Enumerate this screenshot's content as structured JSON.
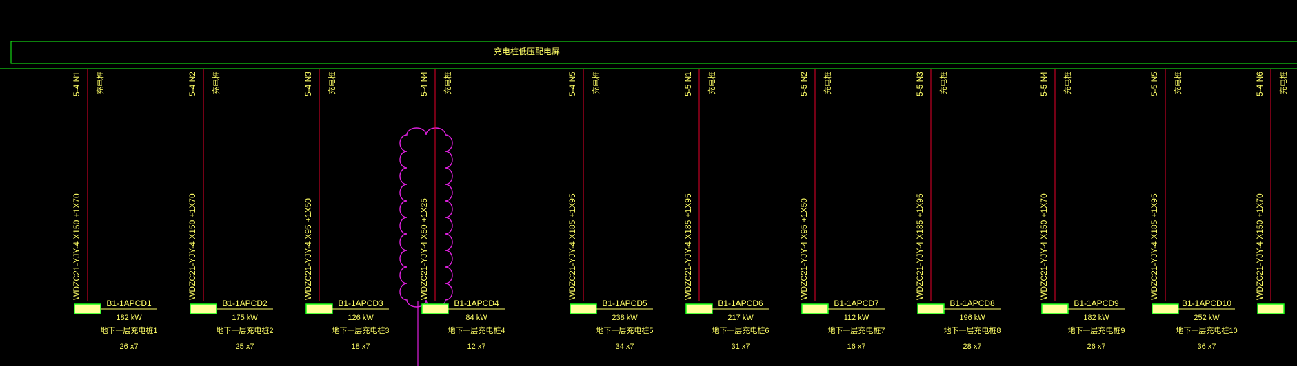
{
  "panel": {
    "title": "充电桩低压配电屏",
    "color_frame": "#19ff19",
    "color_text": "#ffff66",
    "color_feeder": "#e8002a",
    "color_cloud": "#e020e0"
  },
  "feeders": [
    {
      "code": "5-4 N1",
      "usage": "充电桩",
      "cable": "WDZC21-YJY-4 X150 +1X70",
      "box": "B1-1APCD1",
      "power": "182 kW",
      "location": "地下一层充电桩1",
      "qty": "26 x7"
    },
    {
      "code": "5-4 N2",
      "usage": "充电桩",
      "cable": "WDZC21-YJY-4 X150 +1X70",
      "box": "B1-1APCD2",
      "power": "175 kW",
      "location": "地下一层充电桩2",
      "qty": "25 x7"
    },
    {
      "code": "5-4 N3",
      "usage": "充电桩",
      "cable": "WDZC21-YJY-4 X95 +1X50",
      "box": "B1-1APCD3",
      "power": "126 kW",
      "location": "地下一层充电桩3",
      "qty": "18 x7"
    },
    {
      "code": "5-4 N4",
      "usage": "充电桩",
      "cable": "WDZC21-YJY-4 X50 +1X25",
      "box": "B1-1APCD4",
      "power": "84 kW",
      "location": "地下一层充电桩4",
      "qty": "12 x7"
    },
    {
      "code": "5-4 N5",
      "usage": "充电桩",
      "cable": "WDZC21-YJY-4 X185 +1X95",
      "box": "B1-1APCD5",
      "power": "238 kW",
      "location": "地下一层充电桩5",
      "qty": "34 x7"
    },
    {
      "code": "5-5 N1",
      "usage": "充电桩",
      "cable": "WDZC21-YJY-4 X185 +1X95",
      "box": "B1-1APCD6",
      "power": "217 kW",
      "location": "地下一层充电桩6",
      "qty": "31 x7"
    },
    {
      "code": "5-5 N2",
      "usage": "充电桩",
      "cable": "WDZC21-YJY-4 X95 +1X50",
      "box": "B1-1APCD7",
      "power": "112 kW",
      "location": "地下一层充电桩7",
      "qty": "16 x7"
    },
    {
      "code": "5-5 N3",
      "usage": "充电桩",
      "cable": "WDZC21-YJY-4 X185 +1X95",
      "box": "B1-1APCD8",
      "power": "196 kW",
      "location": "地下一层充电桩8",
      "qty": "28 x7"
    },
    {
      "code": "5-5 N4",
      "usage": "充电桩",
      "cable": "WDZC21-YJY-4 X150 +1X70",
      "box": "B1-1APCD9",
      "power": "182 kW",
      "location": "地下一层充电桩9",
      "qty": "26 x7"
    },
    {
      "code": "5-5 N5",
      "usage": "充电桩",
      "cable": "WDZC21-YJY-4 X185 +1X95",
      "box": "B1-1APCD10",
      "power": "252 kW",
      "location": "地下一层充电桩10",
      "qty": "36 x7"
    },
    {
      "code": "5-4 N6",
      "usage": "充电桩",
      "cable": "WDZC21-YJY-4 X150 +1X70",
      "box": "",
      "power": "",
      "location": "",
      "qty": ""
    }
  ]
}
